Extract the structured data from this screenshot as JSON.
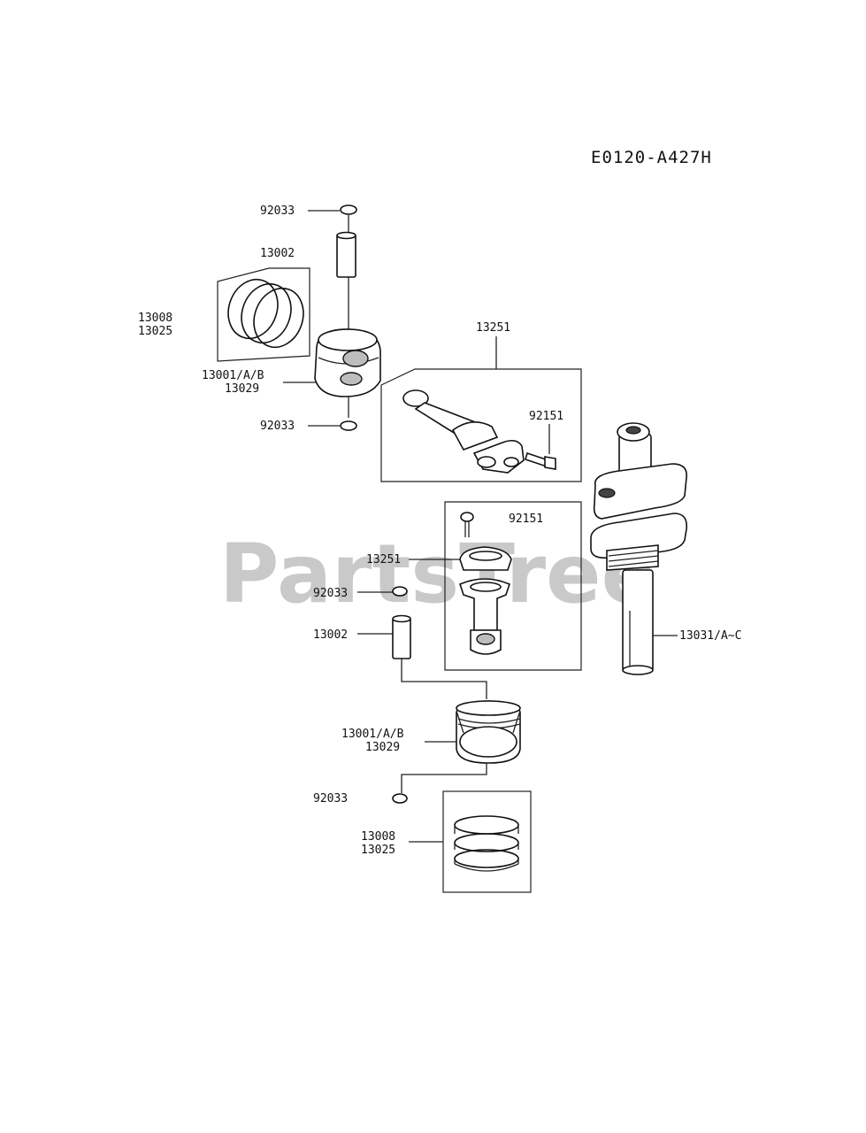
{
  "diagram_code": "E0120-A427H",
  "watermark": "PartsTree",
  "labels": {
    "top_clip": "92033",
    "top_rings_id": "13002",
    "top_rings_a": "13008",
    "top_rings_b": "13025",
    "top_piston_a": "13001/A/B",
    "top_piston_b": "13029",
    "top_clip_lower": "92033",
    "conrod_top": "13251",
    "bolt_top": "92151",
    "bolt_bottom": "92151",
    "conrod_bottom": "13251",
    "clip_mid": "92033",
    "pin_mid": "13002",
    "crankshaft": "13031/A~C",
    "piston_bottom_a": "13001/A/B",
    "piston_bottom_b": "13029",
    "clip_bottom": "92033",
    "rings_bottom_a": "13008",
    "rings_bottom_b": "13025"
  }
}
